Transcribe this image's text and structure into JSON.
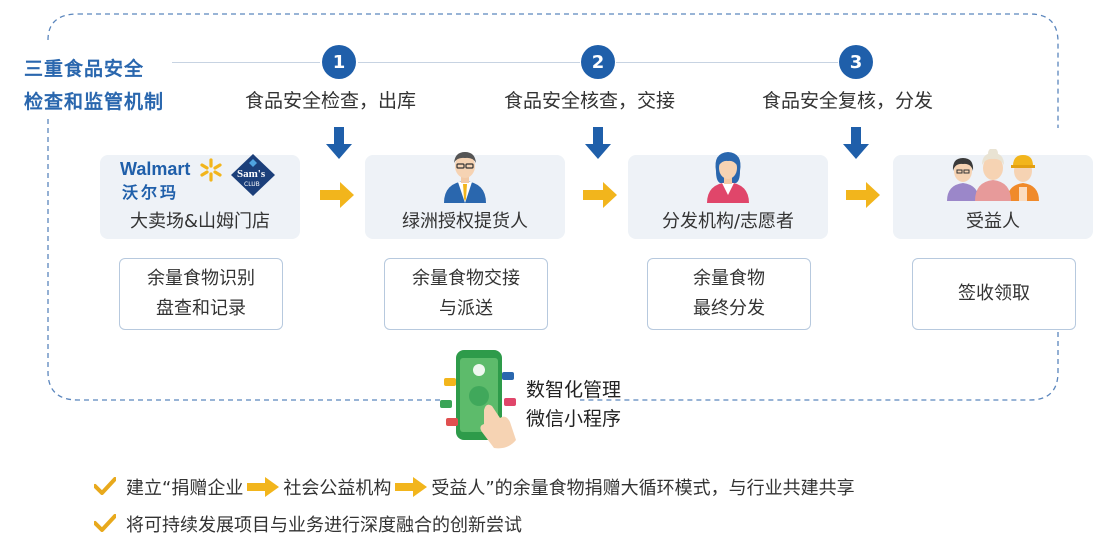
{
  "side_title": {
    "line1": "三重食品安全",
    "line2": "检查和监管机制"
  },
  "steps": [
    {
      "num": "1",
      "label": "食品安全检查，出库"
    },
    {
      "num": "2",
      "label": "食品安全核查，交接"
    },
    {
      "num": "3",
      "label": "食品安全复核，分发"
    }
  ],
  "logos": {
    "walmart_en": "Walmart",
    "walmart_cn": "沃尔玛",
    "sams": "Sam's",
    "sams_sub": "CLUB"
  },
  "stages": [
    {
      "label": "大卖场&山姆门店"
    },
    {
      "label": "绿洲授权提货人"
    },
    {
      "label": "分发机构/志愿者"
    },
    {
      "label": "受益人"
    }
  ],
  "tasks": [
    {
      "line1": "余量食物识别",
      "line2": "盘查和记录"
    },
    {
      "line1": "余量食物交接",
      "line2": "与派送"
    },
    {
      "line1": "余量食物",
      "line2": "最终分发"
    },
    {
      "line1": "签收领取",
      "line2": ""
    }
  ],
  "digital": {
    "line1": "数智化管理",
    "line2": "微信小程序"
  },
  "notes": {
    "n1_a": "建立“捐赠企业",
    "n1_b": "社会公益机构",
    "n1_c": "受益人”的余量食物捐赠大循环模式，与行业共建共享",
    "n2": "将可持续发展项目与业务进行深度融合的创新尝试"
  },
  "colors": {
    "accent_blue": "#1f5faa",
    "title_blue": "#2a67ae",
    "arrow_yellow": "#f2b51c",
    "check_yellow": "#e8a91c"
  }
}
